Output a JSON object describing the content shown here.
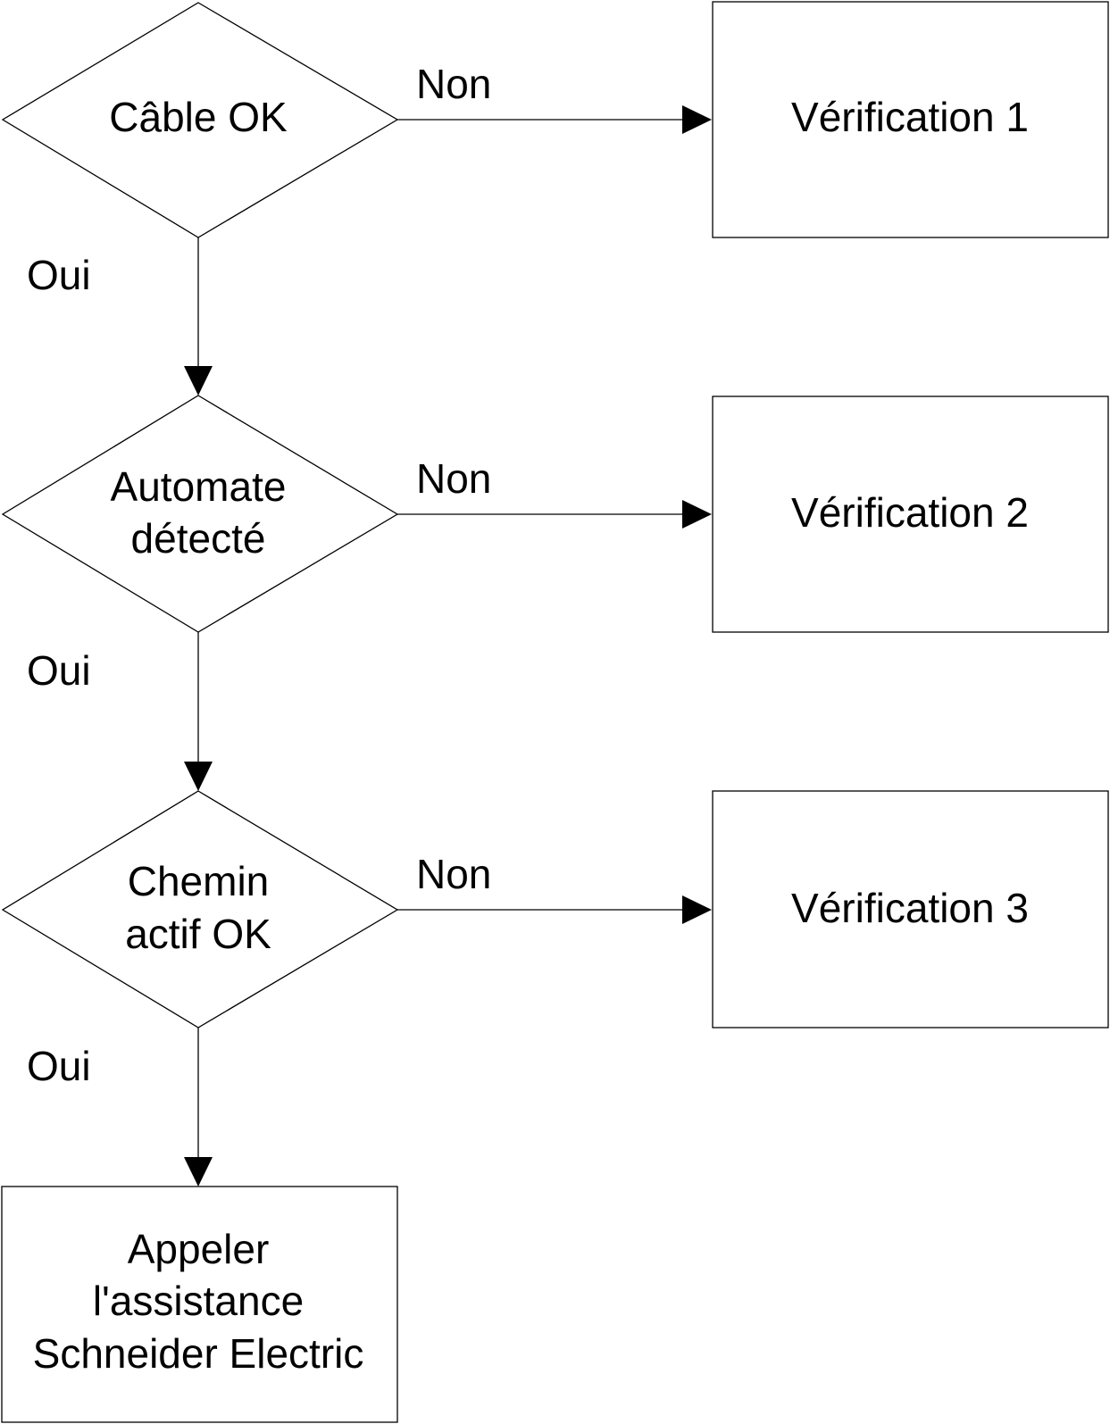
{
  "flowchart": {
    "decisions": [
      {
        "lines": [
          "Câble OK"
        ]
      },
      {
        "lines": [
          "Automate",
          "détecté"
        ]
      },
      {
        "lines": [
          "Chemin",
          "actif OK"
        ]
      }
    ],
    "checks": [
      {
        "label": "Vérification 1"
      },
      {
        "label": "Vérification 2"
      },
      {
        "label": "Vérification 3"
      }
    ],
    "final": {
      "lines": [
        "Appeler",
        "l'assistance",
        "Schneider Electric"
      ]
    },
    "edge_labels": {
      "no": "Non",
      "yes": "Oui"
    }
  }
}
